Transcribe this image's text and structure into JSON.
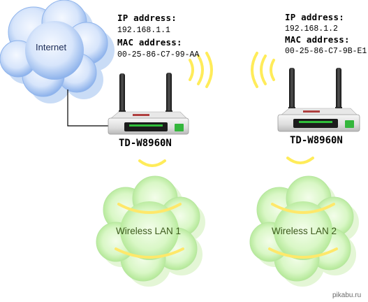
{
  "internet": {
    "label": "Internet"
  },
  "router_left": {
    "ip_heading": "IP address:",
    "ip": "192.168.1.1",
    "mac_heading": "MAC address:",
    "mac": "00-25-86-C7-99-AA",
    "model": "TD-W8960N"
  },
  "router_right": {
    "ip_heading": "IP address:",
    "ip": "192.168.1.2",
    "mac_heading": "MAC address:",
    "mac": "00-25-86-C7-9B-E1",
    "model": "TD-W8960N"
  },
  "lan_left": {
    "label": "Wireless LAN 1"
  },
  "lan_right": {
    "label": "Wireless LAN 2"
  },
  "watermark": "pikabu.ru",
  "colors": {
    "internet_cloud": "#7ea8e8",
    "lan_cloud": "#b9ee9e",
    "wifi_arc": "#ffeb5a",
    "cable": "#000000"
  }
}
